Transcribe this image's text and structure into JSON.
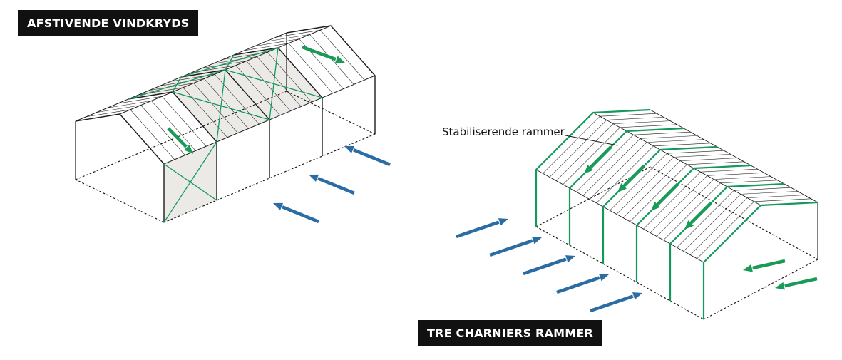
{
  "labels": {
    "left_box": "AFSTIVENDE VINDKRYDS",
    "right_box": "TRE CHARNIERS RAMMER",
    "annotation": "Stabiliserende rammer"
  },
  "colors": {
    "frame_green": "#14995c",
    "arrow_green": "#1a9a57",
    "wind_blue": "#2b6ca3",
    "line_black": "#1c1c1c",
    "panel_gray": "#eceae7",
    "label_bg": "#111111",
    "label_fg": "#ffffff",
    "background": "#ffffff"
  },
  "left_diagram": {
    "frame_count": 5,
    "braced_roof_bays": [
      1,
      2
    ],
    "braced_wall_bays": [
      0
    ],
    "wind_arrow_count": 3,
    "green_arrow_count": 2
  },
  "right_diagram": {
    "frame_count": 6,
    "frame_arrow_count": 4,
    "end_arrow_count": 2,
    "wind_arrow_count": 5
  }
}
